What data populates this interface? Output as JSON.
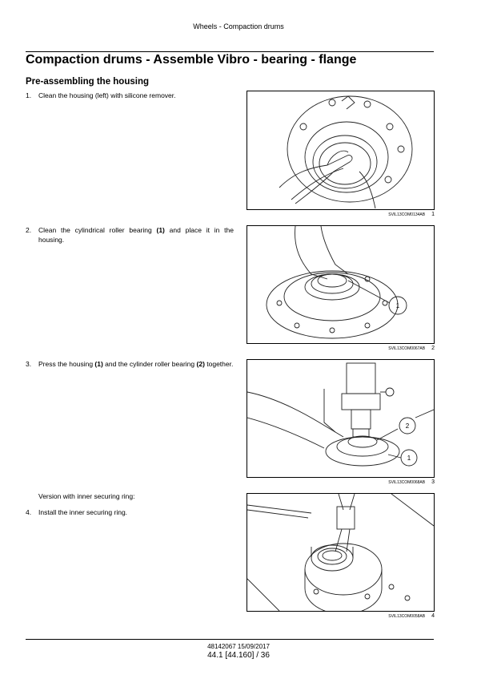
{
  "header": {
    "running_title": "Wheels - Compaction drums"
  },
  "title": "Compaction drums - Assemble Vibro - bearing - flange",
  "section": "Pre-assembling the housing",
  "steps": [
    {
      "num": "1.",
      "text_parts": [
        "Clean the housing (left) with silicone remover."
      ]
    },
    {
      "num": "2.",
      "before": "Clean the cylindrical roller bearing ",
      "b1": "(1)",
      "after": " and place it in the housing."
    },
    {
      "num": "3.",
      "before": "Press the housing ",
      "b1": "(1)",
      "mid": " and the cylinder roller bearing ",
      "b2": "(2)",
      "after": " together."
    },
    {
      "num": "4.",
      "text": "Install the inner securing ring."
    }
  ],
  "note": "Version with inner securing ring:",
  "figures": [
    {
      "code": "SVIL13COM0134AB",
      "number": "1",
      "callouts": []
    },
    {
      "code": "SVIL13COM0067AB",
      "number": "2",
      "callouts": [
        "1"
      ]
    },
    {
      "code": "SVIL13COM0068AB",
      "number": "3",
      "callouts": [
        "2",
        "1"
      ]
    },
    {
      "code": "SVIL13COM0058AB",
      "number": "4",
      "callouts": []
    }
  ],
  "footer": {
    "code": "48142067 15/09/2017",
    "page": "44.1 [44.160] / 36"
  }
}
